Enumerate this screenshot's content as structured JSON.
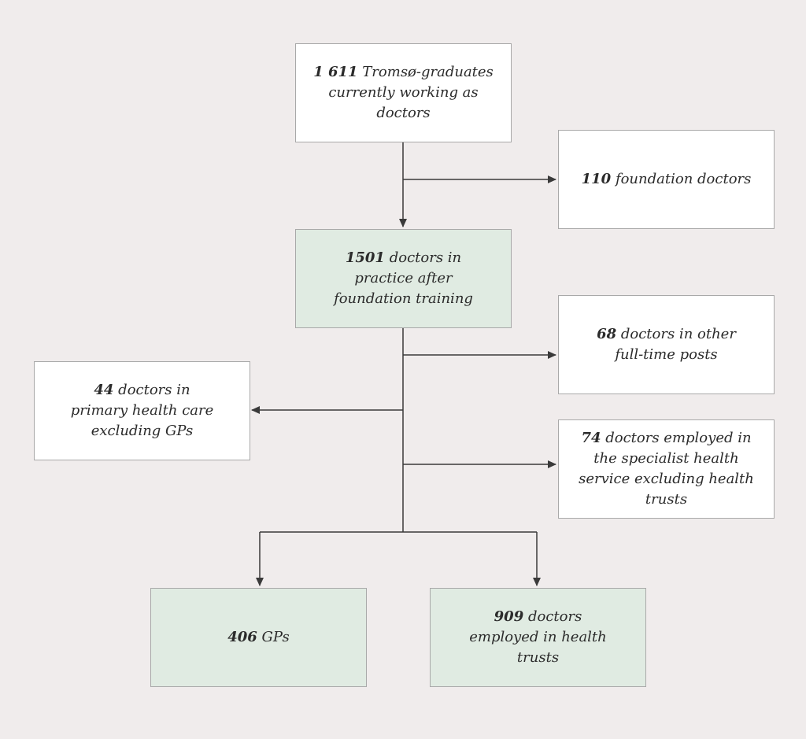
{
  "boxes": {
    "total": {
      "number": "1 611",
      "text": "Tromsø-graduates currently working as doctors"
    },
    "foundation": {
      "number": "110",
      "text": "foundation doctors"
    },
    "practice": {
      "number": "1501",
      "text": "doctors in practice after foundation training"
    },
    "other_posts": {
      "number": "68",
      "text": "doctors in other full-time posts"
    },
    "primary_care": {
      "number": "44",
      "text": "doctors in primary health care excluding GPs"
    },
    "specialist": {
      "number": "74",
      "text": "doctors employed in the specialist health service excluding health trusts"
    },
    "gps": {
      "number": "406",
      "text": "GPs"
    },
    "health_trusts": {
      "number": "909",
      "text": "doctors employed in health trusts"
    }
  },
  "colors": {
    "background": "#f0ecec",
    "box_white": "#ffffff",
    "box_green": "#e0ebe2",
    "border": "#a9a9a9",
    "line": "#3a3a3a"
  }
}
